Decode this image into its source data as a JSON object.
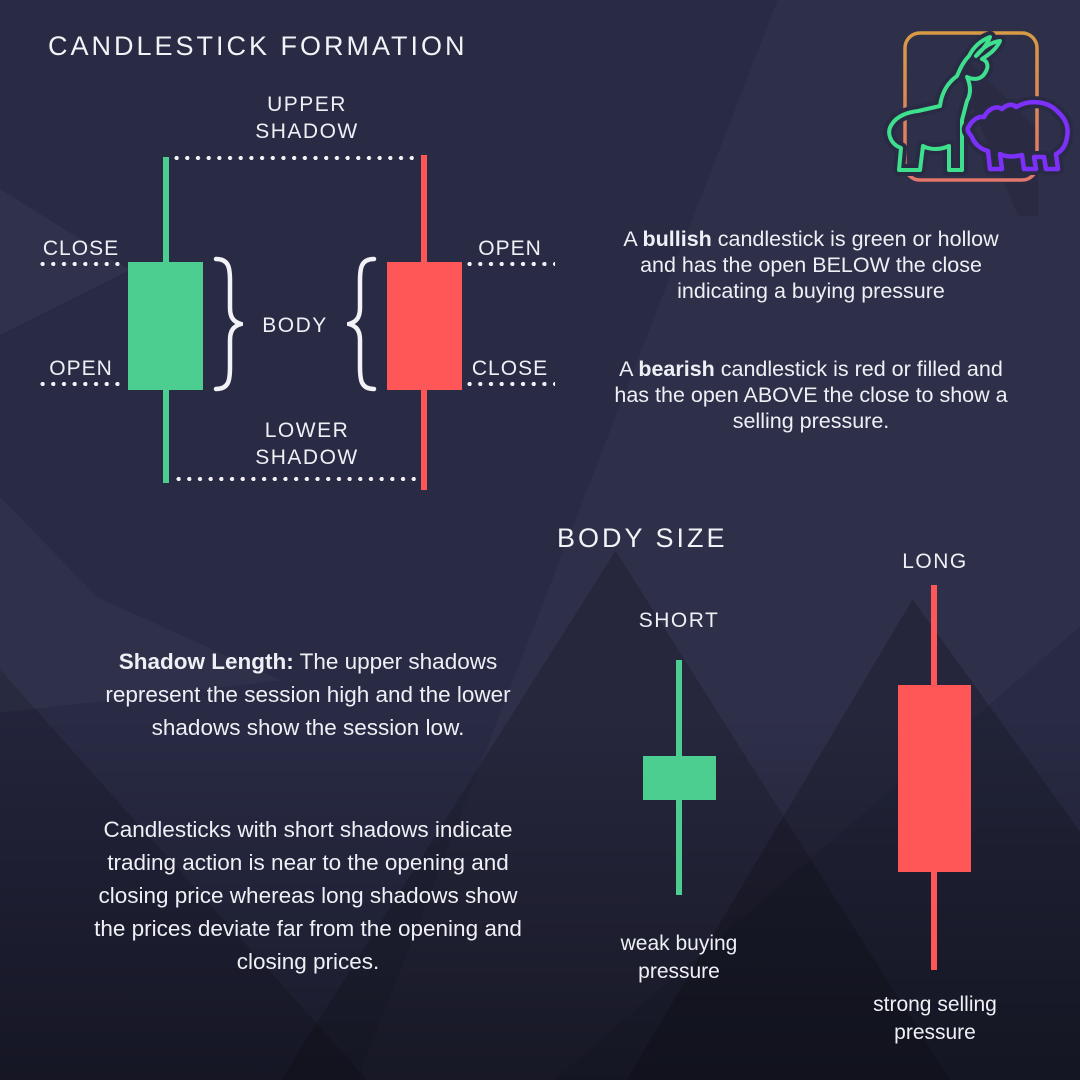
{
  "colors": {
    "background": "#292b45",
    "bullish_green": "#4bce90",
    "bearish_red": "#ff5757",
    "logo_gold": "#d89a45",
    "logo_salmon": "#e2766b",
    "bear_purple": "#7e30fb",
    "text": "#eef0f5"
  },
  "header": {
    "title": "CANDLESTICK FORMATION"
  },
  "formation": {
    "upper_shadow_label": "UPPER\nSHADOW",
    "lower_shadow_label": "LOWER\nSHADOW",
    "body_label": "BODY",
    "bullish_candle": {
      "top_label": "CLOSE",
      "bottom_label": "OPEN"
    },
    "bearish_candle": {
      "top_label": "OPEN",
      "bottom_label": "CLOSE"
    }
  },
  "explanations": {
    "bullish": {
      "prefix": "A ",
      "bold": "bullish",
      "suffix": " candlestick is green or hollow and has the open BELOW the close indicating a buying pressure"
    },
    "bearish": {
      "prefix": "A ",
      "bold": "bearish",
      "suffix": " candlestick is red or filled and has the open ABOVE the close to show a selling pressure."
    },
    "shadow_length": {
      "bold": "Shadow Length:",
      "suffix": " The upper shadows represent the session high and the lower shadows show the session low."
    },
    "shadow_detail": "Candlesticks with short shadows indicate trading action is near to the opening and closing price whereas long shadows show the prices deviate far from the opening and closing prices."
  },
  "body_size": {
    "heading": "BODY SIZE",
    "short": {
      "label": "SHORT",
      "caption": "weak buying\npressure"
    },
    "long": {
      "label": "LONG",
      "caption": "strong selling\npressure"
    }
  }
}
